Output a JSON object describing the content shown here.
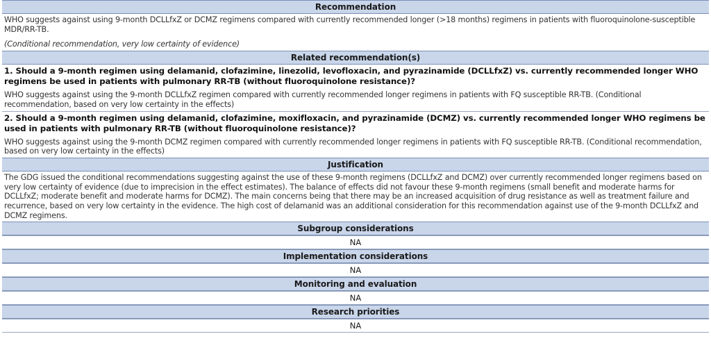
{
  "recommendation": {
    "heading": "Recommendation",
    "text": "WHO suggests against using 9-month DCLLfxZ or DCMZ regimens compared with currently recommended longer (>18 months) regimens in patients with fluoroquinolone-susceptible MDR/RR-TB.",
    "strength": "(Conditional recommendation, very low certainty of evidence)"
  },
  "related": {
    "heading": "Related recommendation(s)",
    "items": [
      {
        "question": "1. Should a 9-month regimen using delamanid, clofazimine, linezolid, levofloxacin, and pyrazinamide (DCLLfxZ) vs. currently recommended longer WHO regimens be used in patients with pulmonary RR-TB (without fluoroquinolone resistance)?",
        "answer": "WHO suggests against using the 9-month DCLLfxZ regimen compared with currently recommended longer regimens in patients with FQ susceptible RR-TB. (Conditional recommendation, based on very low certainty in the effects)"
      },
      {
        "question": "2. Should a 9-month regimen using delamanid, clofazimine, moxifloxacin, and pyrazinamide (DCMZ) vs. currently recommended longer WHO regimens be used in patients with pulmonary RR-TB (without fluoroquinolone resistance)?",
        "answer": "WHO suggests against using the 9-month DCMZ regimen compared with currently recommended longer regimens in patients with FQ susceptible RR-TB. (Conditional recommendation, based on very low certainty in the effects)"
      }
    ]
  },
  "justification": {
    "heading": "Justification",
    "text": "The GDG issued the conditional recommendations suggesting against the use of these 9-month regimens (DCLLfxZ and DCMZ) over currently recommended longer regimens based on very low certainty of evidence (due to imprecision in the effect estimates). The balance of effects did not favour these 9-month regimens (small benefit and moderate harms for DCLLfxZ; moderate benefit and moderate harms for DCMZ). The main concerns being that there may be an increased acquisition of drug resistance as well as treatment failure and recurrence, based on very low certainty in the evidence. The high cost of delamanid was an additional consideration for this recommendation against use of the 9-month DCLLfxZ and DCMZ regimens."
  },
  "subgroup": {
    "heading": "Subgroup considerations",
    "value": "NA"
  },
  "implementation": {
    "heading": "Implementation considerations",
    "value": "NA"
  },
  "monitoring": {
    "heading": "Monitoring and evaluation",
    "value": "NA"
  },
  "research": {
    "heading": "Research priorities",
    "value": "NA"
  }
}
